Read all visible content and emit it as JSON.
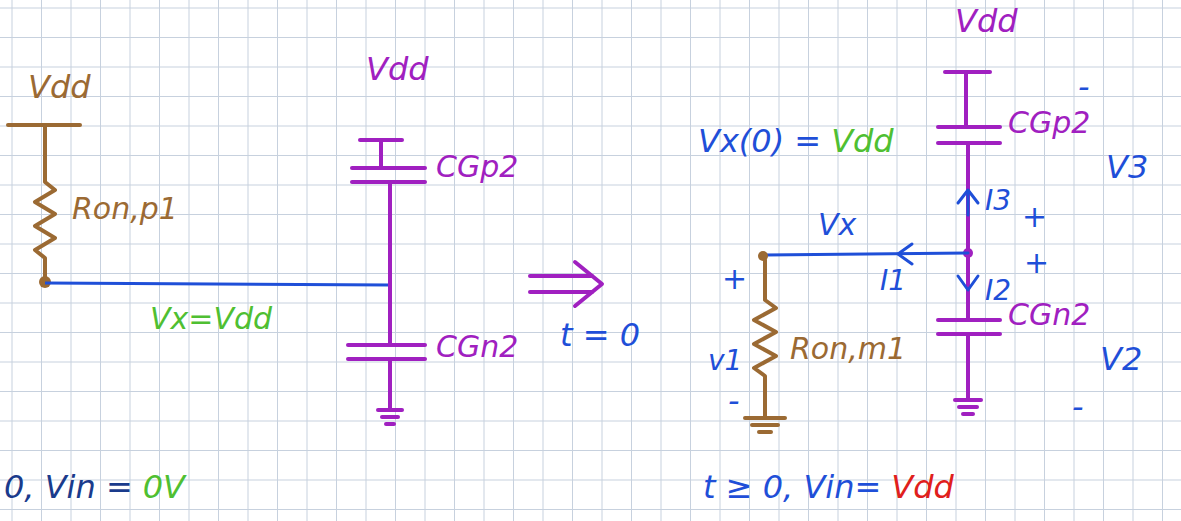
{
  "diagram": {
    "labels": [
      "Vdd",
      "Ron,p1",
      "Vdd",
      "CGp2",
      "Vx=Vdd",
      "CGn2",
      "0, Vin =",
      "0V",
      "t = 0",
      "Vdd",
      "Vx(0) =",
      "Vdd",
      "CGp2",
      "-",
      "V3",
      "I3",
      "+",
      "Vx",
      "I1",
      "+",
      "v1",
      "-",
      "Ron,m1",
      "I2",
      "+",
      "CGn2",
      "V2",
      "-",
      "t ≥ 0, Vin=",
      "Vdd"
    ]
  }
}
